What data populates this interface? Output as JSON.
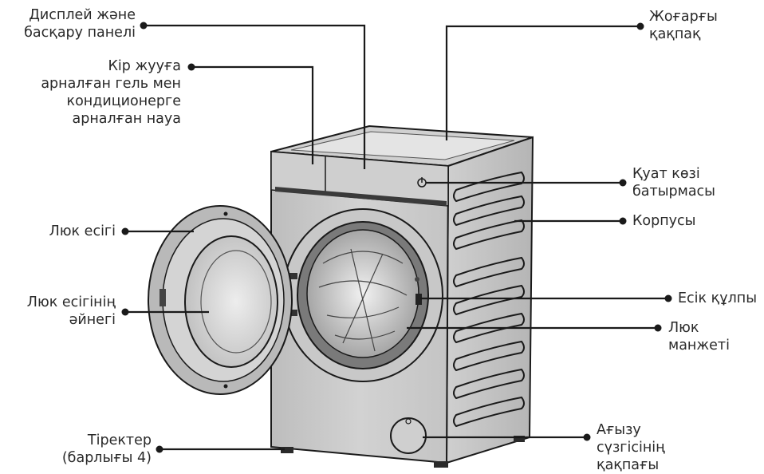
{
  "labels": {
    "display_panel": [
      "Дисплей және",
      "басқару панелі"
    ],
    "detergent_drawer": [
      "Кір жууға",
      "арналған гель мен",
      "кондиционерге",
      "арналған науа"
    ],
    "door": [
      "Люк есігі"
    ],
    "door_glass": [
      "Люк есігінің",
      "әйнегі"
    ],
    "feet": [
      "Тіректер",
      "(барлығы 4)"
    ],
    "top_cover": [
      "Жоғарғы",
      "қақпақ"
    ],
    "power_button": [
      "Қуат көзі",
      "батырмасы"
    ],
    "body": [
      "Корпусы"
    ],
    "door_lock": [
      "Есік құлпы"
    ],
    "door_seal": [
      "Люк",
      "манжеті"
    ],
    "drain_filter_cover": [
      "Ағызу",
      "сүзгісінің",
      "қақпағы"
    ]
  },
  "colors": {
    "line": "#1a1a1a",
    "text": "#2a2a2a",
    "machine_fill": "#d9d9d9",
    "machine_dark": "#9a9a9a"
  }
}
